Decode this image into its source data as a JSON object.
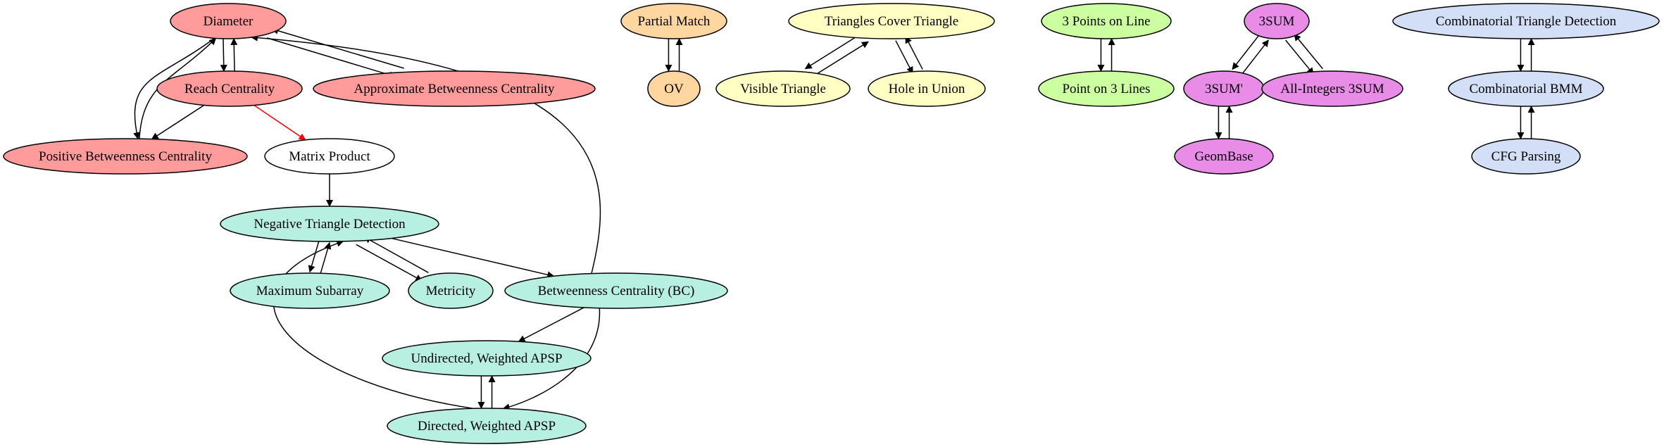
{
  "colors": {
    "red": "#ff9b9b",
    "teal": "#b7f0e1",
    "orange": "#ffd6a0",
    "yellow": "#ffffc3",
    "green": "#ccff9f",
    "magenta": "#e88ce8",
    "blue": "#d2dff7",
    "white": "#ffffff",
    "edge_default": "#000000",
    "edge_highlight": "#ff0000"
  },
  "nodes": [
    {
      "id": "diameter",
      "label": "Diameter",
      "color": "red"
    },
    {
      "id": "reach",
      "label": "Reach Centrality",
      "color": "red"
    },
    {
      "id": "approx_bc",
      "label": "Approximate Betweenness Centrality",
      "color": "red"
    },
    {
      "id": "pos_bc",
      "label": "Positive Betweenness Centrality",
      "color": "red"
    },
    {
      "id": "matrix",
      "label": "Matrix Product",
      "color": "white"
    },
    {
      "id": "neg_tri",
      "label": "Negative Triangle Detection",
      "color": "teal"
    },
    {
      "id": "max_sub",
      "label": "Maximum Subarray",
      "color": "teal"
    },
    {
      "id": "metricity",
      "label": "Metricity",
      "color": "teal"
    },
    {
      "id": "bc",
      "label": "Betweenness Centrality (BC)",
      "color": "teal"
    },
    {
      "id": "undir",
      "label": "Undirected, Weighted APSP",
      "color": "teal"
    },
    {
      "id": "dir",
      "label": "Directed, Weighted APSP",
      "color": "teal"
    },
    {
      "id": "partial",
      "label": "Partial Match",
      "color": "orange"
    },
    {
      "id": "ov",
      "label": "OV",
      "color": "orange"
    },
    {
      "id": "tri_cover",
      "label": "Triangles Cover Triangle",
      "color": "yellow"
    },
    {
      "id": "visible",
      "label": "Visible Triangle",
      "color": "yellow"
    },
    {
      "id": "hole",
      "label": "Hole in Union",
      "color": "yellow"
    },
    {
      "id": "pts_line",
      "label": "3 Points on Line",
      "color": "green"
    },
    {
      "id": "pt_lines",
      "label": "Point on 3 Lines",
      "color": "green"
    },
    {
      "id": "threesum",
      "label": "3SUM",
      "color": "magenta"
    },
    {
      "id": "threesum_p",
      "label": "3SUM'",
      "color": "magenta"
    },
    {
      "id": "allint",
      "label": "All-Integers 3SUM",
      "color": "magenta"
    },
    {
      "id": "geombase",
      "label": "GeomBase",
      "color": "magenta"
    },
    {
      "id": "comb_tri",
      "label": "Combinatorial Triangle Detection",
      "color": "blue"
    },
    {
      "id": "comb_bmm",
      "label": "Combinatorial BMM",
      "color": "blue"
    },
    {
      "id": "cfg",
      "label": "CFG Parsing",
      "color": "blue"
    }
  ],
  "edges": [
    {
      "from": "diameter",
      "to": "reach"
    },
    {
      "from": "reach",
      "to": "diameter"
    },
    {
      "from": "diameter",
      "to": "approx_bc"
    },
    {
      "from": "approx_bc",
      "to": "diameter"
    },
    {
      "from": "diameter",
      "to": "pos_bc"
    },
    {
      "from": "pos_bc",
      "to": "diameter"
    },
    {
      "from": "reach",
      "to": "pos_bc"
    },
    {
      "from": "reach",
      "to": "matrix",
      "highlight": true
    },
    {
      "from": "matrix",
      "to": "neg_tri"
    },
    {
      "from": "neg_tri",
      "to": "max_sub"
    },
    {
      "from": "max_sub",
      "to": "neg_tri"
    },
    {
      "from": "neg_tri",
      "to": "metricity"
    },
    {
      "from": "metricity",
      "to": "neg_tri"
    },
    {
      "from": "neg_tri",
      "to": "bc"
    },
    {
      "from": "bc",
      "to": "diameter"
    },
    {
      "from": "bc",
      "to": "undir"
    },
    {
      "from": "bc",
      "to": "dir"
    },
    {
      "from": "undir",
      "to": "dir"
    },
    {
      "from": "dir",
      "to": "undir"
    },
    {
      "from": "dir",
      "to": "neg_tri"
    },
    {
      "from": "partial",
      "to": "ov"
    },
    {
      "from": "ov",
      "to": "partial"
    },
    {
      "from": "tri_cover",
      "to": "visible"
    },
    {
      "from": "visible",
      "to": "tri_cover"
    },
    {
      "from": "tri_cover",
      "to": "hole"
    },
    {
      "from": "hole",
      "to": "tri_cover"
    },
    {
      "from": "pts_line",
      "to": "pt_lines"
    },
    {
      "from": "pt_lines",
      "to": "pts_line"
    },
    {
      "from": "threesum",
      "to": "threesum_p"
    },
    {
      "from": "threesum_p",
      "to": "threesum"
    },
    {
      "from": "threesum",
      "to": "allint"
    },
    {
      "from": "allint",
      "to": "threesum"
    },
    {
      "from": "threesum_p",
      "to": "geombase"
    },
    {
      "from": "geombase",
      "to": "threesum_p"
    },
    {
      "from": "comb_tri",
      "to": "comb_bmm"
    },
    {
      "from": "comb_bmm",
      "to": "comb_tri"
    },
    {
      "from": "comb_bmm",
      "to": "cfg"
    },
    {
      "from": "cfg",
      "to": "comb_bmm"
    }
  ]
}
